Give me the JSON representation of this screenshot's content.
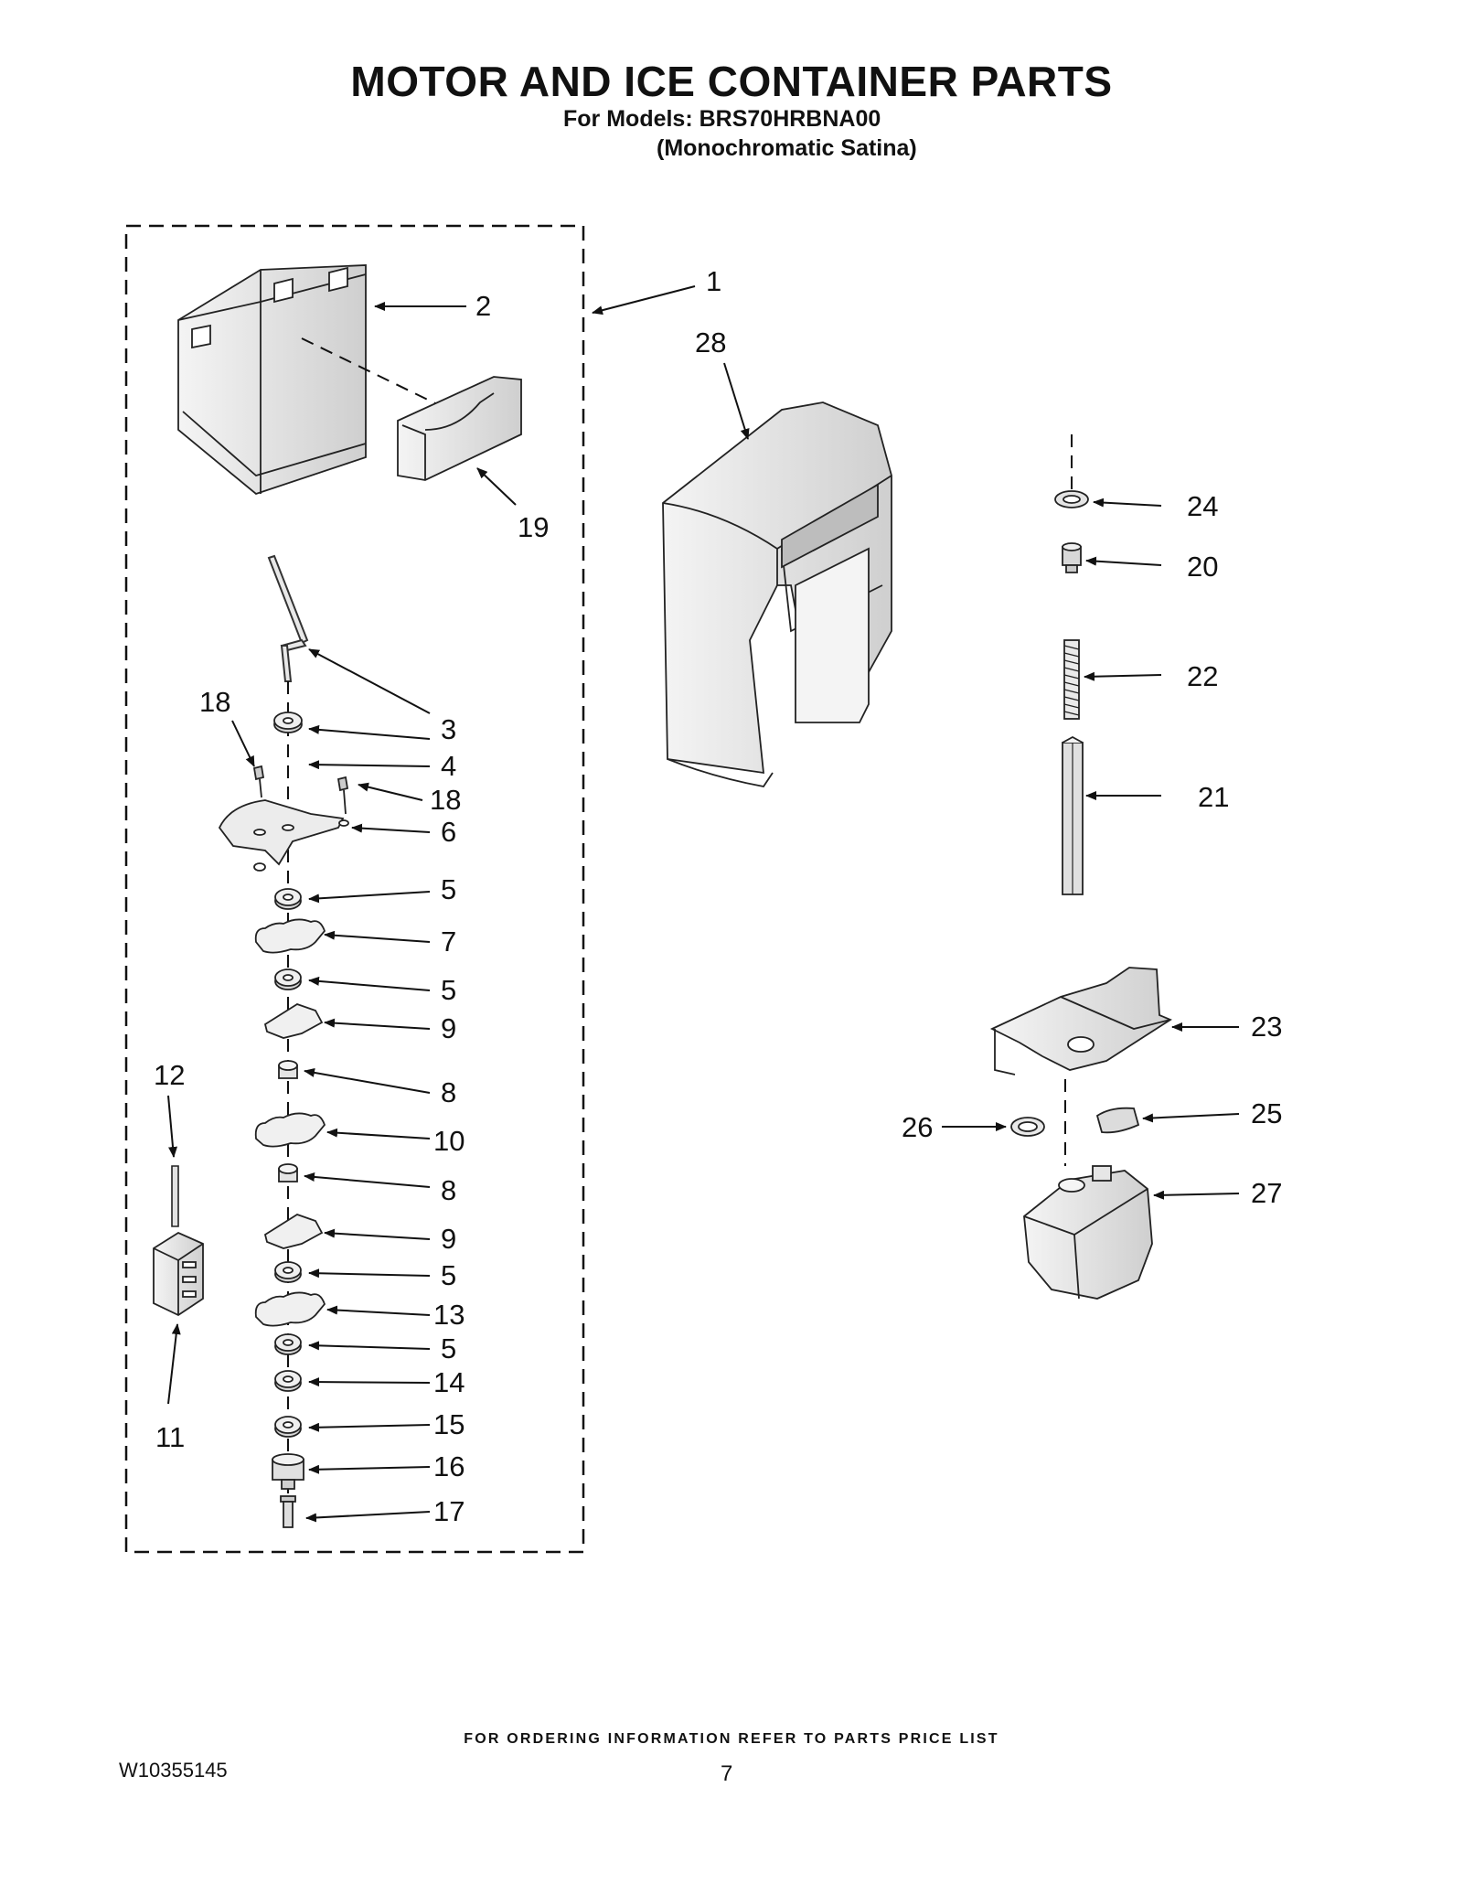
{
  "header": {
    "title": "MOTOR AND ICE CONTAINER PARTS",
    "models_line": "For Models: BRS70HRBNA00",
    "model_desc": "(Monochromatic Satina)"
  },
  "callouts": [
    "1",
    "2",
    "3",
    "4",
    "5",
    "6",
    "7",
    "8",
    "9",
    "10",
    "11",
    "12",
    "13",
    "14",
    "15",
    "16",
    "17",
    "18",
    "19",
    "20",
    "21",
    "22",
    "23",
    "24",
    "25",
    "26",
    "27",
    "28"
  ],
  "callout_repeats": {
    "c5b": "5",
    "c5c": "5",
    "c5d": "5",
    "c8b": "8",
    "c9b": "9",
    "c18b": "18"
  },
  "footer": {
    "note": "FOR ORDERING INFORMATION REFER TO PARTS PRICE LIST",
    "doc_number": "W10355145",
    "page_number": "7"
  }
}
